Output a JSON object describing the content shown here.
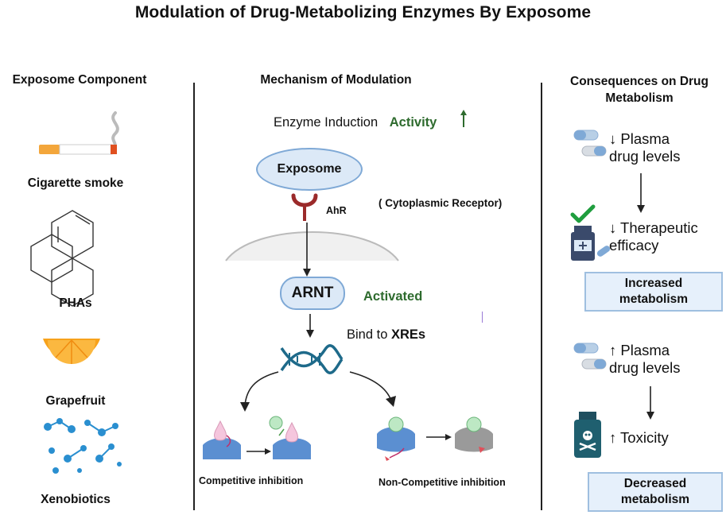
{
  "title": "Modulation of Drug-Metabolizing Enzymes By Exposome",
  "columns": {
    "left": "Exposome Component",
    "middle": "Mechanism of Modulation",
    "right_line1": "Consequences on Drug",
    "right_line2": "Metabolism"
  },
  "components": [
    {
      "label": "Cigarette smoke",
      "icon": "cigarette-icon"
    },
    {
      "label": "PHAs",
      "icon": "polycyclic-molecule-icon"
    },
    {
      "label": "Grapefruit",
      "icon": "orange-slice-icon"
    },
    {
      "label": "Xenobiotics",
      "icon": "molecules-cluster-icon"
    }
  ],
  "mechanism": {
    "induction_label": "Enzyme Induction",
    "activity_label": "Activity",
    "exposome_label": "Exposome",
    "ahr_label": "AhR",
    "receptor_label": "( Cytoplasmic Receptor)",
    "arnt_label": "ARNT",
    "activated_label": "Activated",
    "bind_prefix": "Bind to ",
    "bind_bold": "XREs",
    "competitive_label": "Competitive inhibition",
    "noncompetitive_label": "Non-Competitive inhibition"
  },
  "consequences": {
    "plasma_down_1": "↓ Plasma",
    "plasma_down_2": "drug levels",
    "therapeutic_1": "↓ Therapeutic",
    "therapeutic_2": "efficacy",
    "increased_1": "Increased",
    "increased_2": "metabolism",
    "plasma_up_1": "↑ Plasma",
    "plasma_up_2": "drug levels",
    "toxicity": "↑ Toxicity",
    "decreased_1": "Decreased",
    "decreased_2": "metabolism"
  },
  "colors": {
    "green": "#2e6b2e",
    "pill_blue": "#7fa9d6",
    "box_fill": "#e6f0fb",
    "enzyme_blue": "#5b8fd1",
    "dna_teal": "#1e6a8a",
    "orange": "#f7a21b"
  }
}
